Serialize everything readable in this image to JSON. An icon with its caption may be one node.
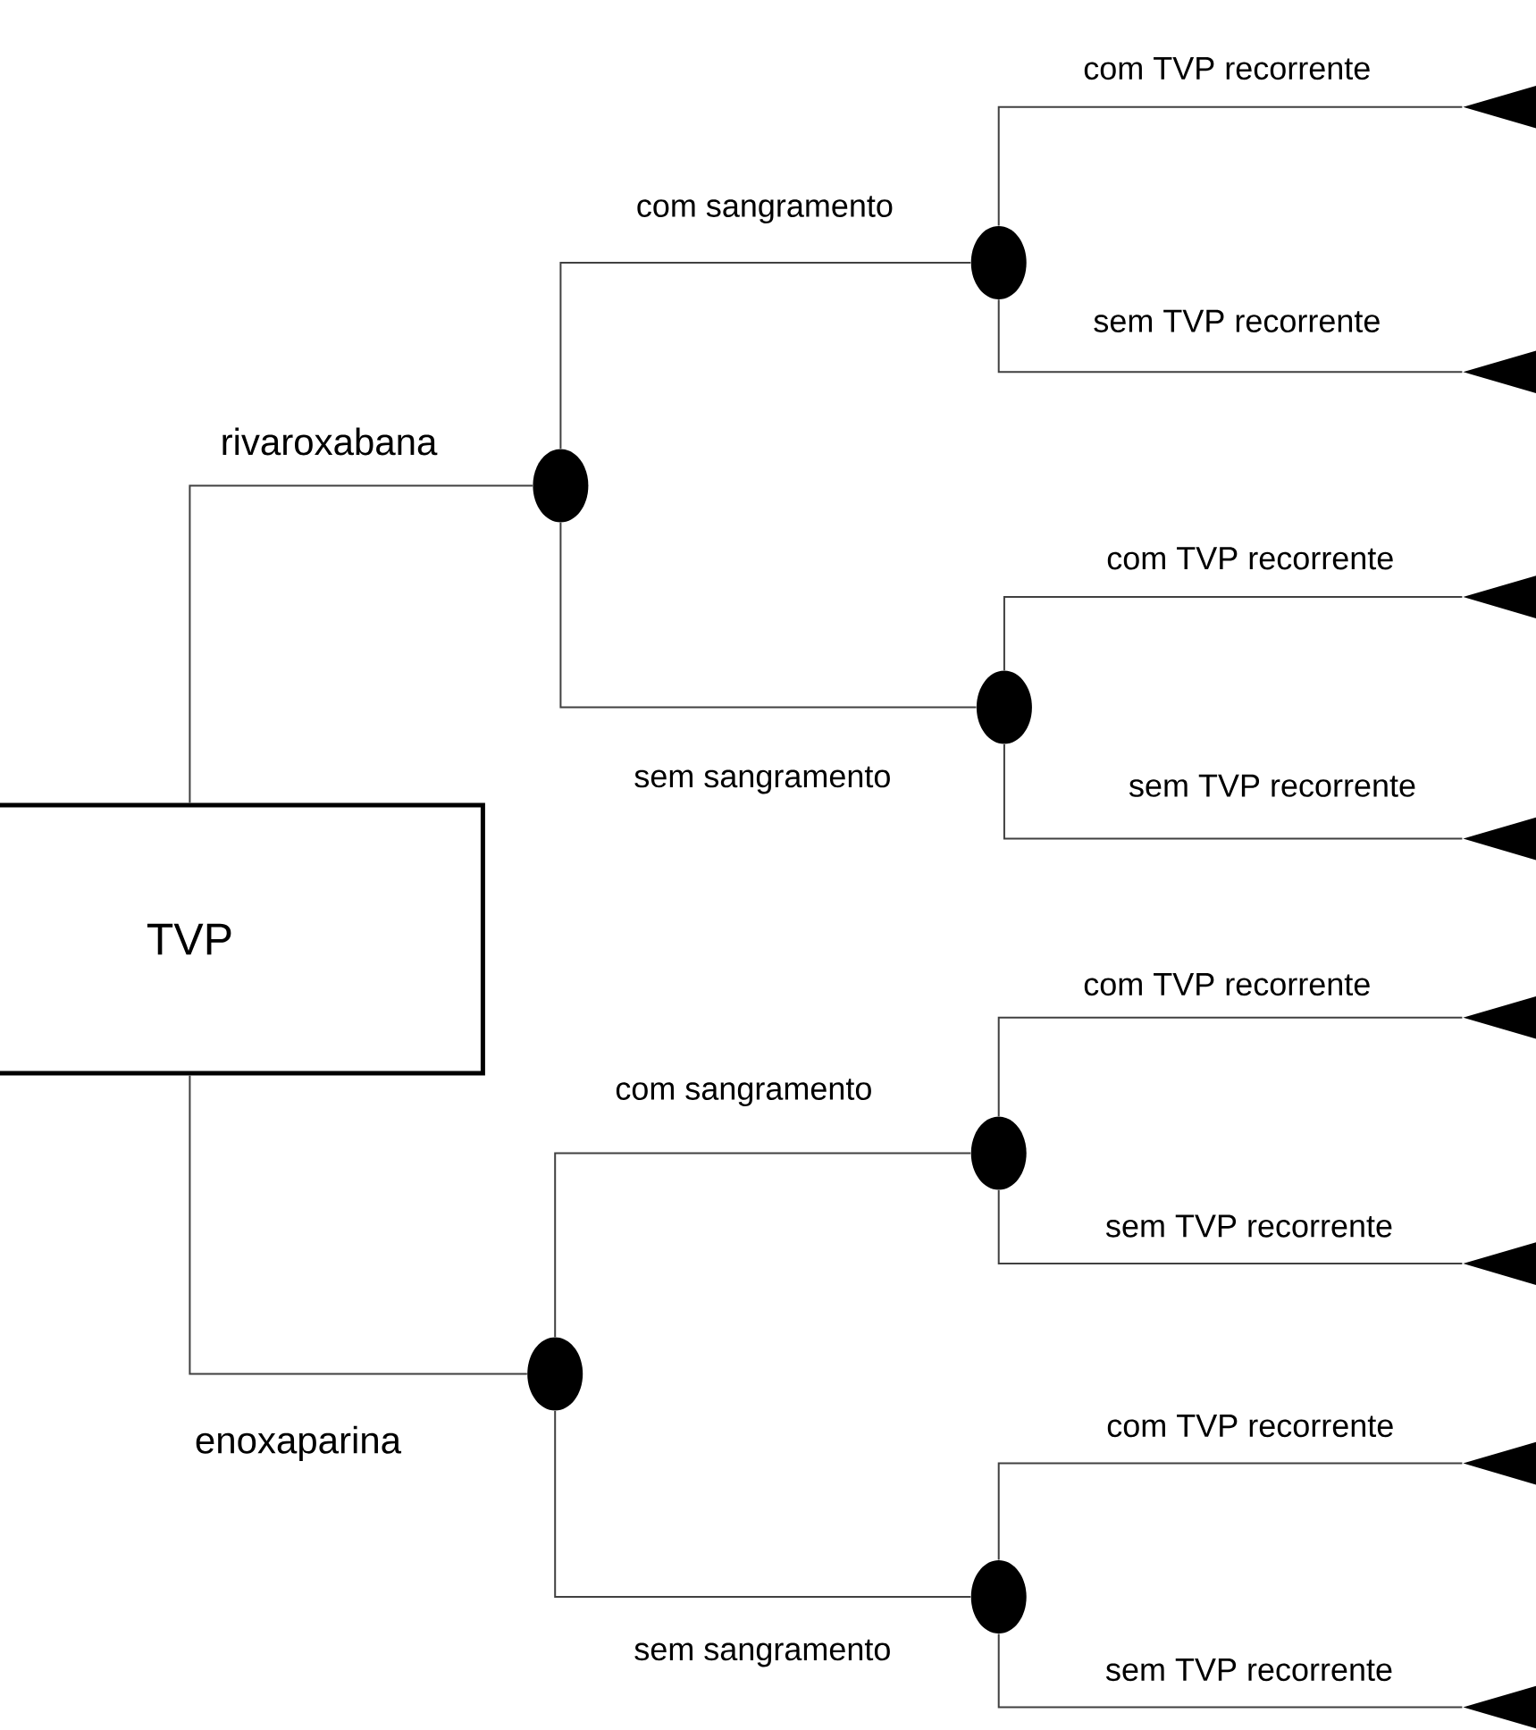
{
  "diagram": {
    "nodes": [
      {
        "text": [
          "TVP"
        ]
      },
      {
        "text": [],
        "shape": "circle"
      },
      {
        "text": [],
        "shape": "circle"
      },
      {
        "text": [],
        "shape": "circle"
      },
      {
        "text": [],
        "shape": "circle"
      },
      {
        "text": [],
        "shape": "circle"
      },
      {
        "text": [],
        "shape": "circle"
      },
      {
        "text": [],
        "shape": "triangle"
      },
      {
        "text": [],
        "shape": "triangle"
      },
      {
        "text": [],
        "shape": "triangle"
      },
      {
        "text": [],
        "shape": "triangle"
      },
      {
        "text": [],
        "shape": "triangle"
      },
      {
        "text": [],
        "shape": "triangle"
      },
      {
        "text": [],
        "shape": "triangle"
      },
      {
        "text": [],
        "shape": "triangle"
      }
    ],
    "edges": [
      {
        "from": 0,
        "to": 1,
        "arrow": "none",
        "label": "rivaroxabana"
      },
      {
        "from": 0,
        "to": 2,
        "arrow": "none",
        "label": "enoxaparina"
      },
      {
        "from": 1,
        "to": 3,
        "arrow": "none",
        "label": "com sangramento"
      },
      {
        "from": 1,
        "to": 4,
        "arrow": "none",
        "label": "sem sangramento"
      },
      {
        "from": 2,
        "to": 5,
        "arrow": "none",
        "label": "com sangramento"
      },
      {
        "from": 2,
        "to": 6,
        "arrow": "none",
        "label": "sem sangramento"
      },
      {
        "from": 3,
        "to": 7,
        "arrow": "none",
        "label": "com TVP recorrente"
      },
      {
        "from": 3,
        "to": 8,
        "arrow": "none",
        "label": "sem TVP recorrente"
      },
      {
        "from": 4,
        "to": 9,
        "arrow": "none",
        "label": "com TVP recorrente"
      },
      {
        "from": 4,
        "to": 10,
        "arrow": "none",
        "label": "sem TVP recorrente"
      },
      {
        "from": 5,
        "to": 11,
        "arrow": "none",
        "label": "com TVP recorrente"
      },
      {
        "from": 5,
        "to": 12,
        "arrow": "none",
        "label": "sem TVP recorrente"
      },
      {
        "from": 6,
        "to": 13,
        "arrow": "none",
        "label": "com TVP recorrente"
      },
      {
        "from": 6,
        "to": 14,
        "arrow": "none",
        "label": "sem TVP recorrente"
      }
    ]
  }
}
